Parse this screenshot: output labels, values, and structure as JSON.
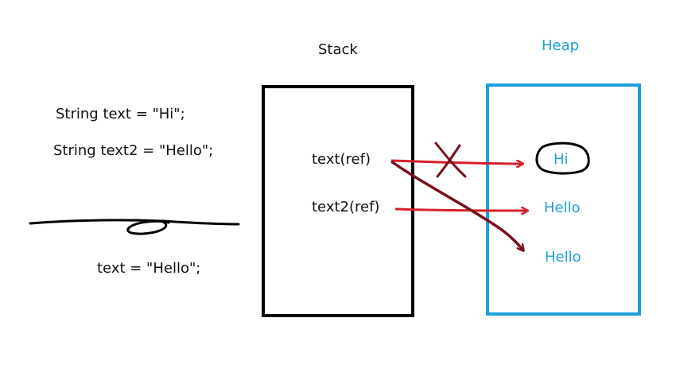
{
  "colors": {
    "stack_border": "#000000",
    "heap_border": "#1ca0dc",
    "heap_text": "#1ca0dc",
    "arrow_red": "#d6202a",
    "arrow_dark": "#7a0f1e"
  },
  "labels": {
    "stack_title": "Stack",
    "heap_title": "Heap"
  },
  "code": {
    "line1": "String text = \"Hi\";",
    "line2": "String text2 = \"Hello\";",
    "line3": "text = \"Hello\";"
  },
  "stack_entries": [
    "text(ref)",
    "text2(ref)"
  ],
  "heap_entries": [
    "Hi",
    "Hello",
    "Hello"
  ]
}
